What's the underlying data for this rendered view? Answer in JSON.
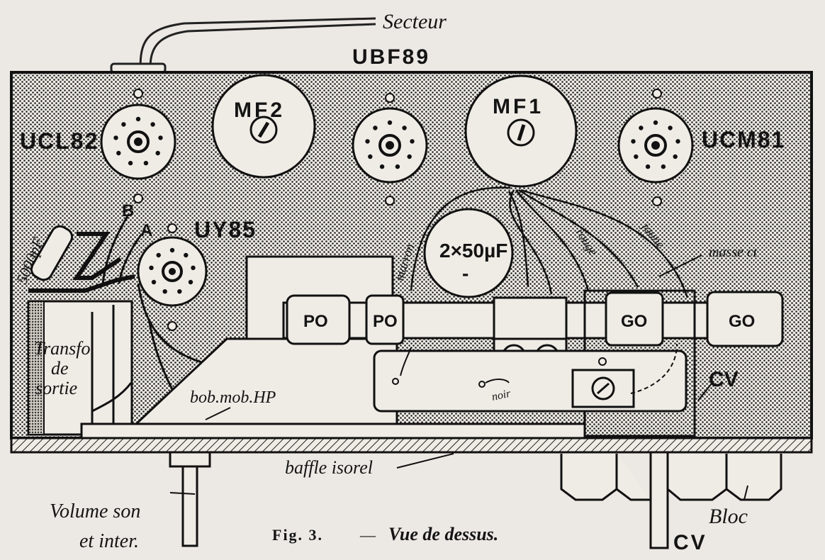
{
  "labels": {
    "secteur": "Secteur",
    "ubf89": "UBF89",
    "ucl82": "UCL82",
    "ucm81": "UCM81",
    "uy85": "UY85",
    "mf2": "MF2",
    "mf1": "MF1",
    "capacitor": "2×50µF",
    "capacitor_minus": "-",
    "cap5000": "5000pF",
    "b": "B",
    "a": "A",
    "marron": "marron",
    "rouge": "rouge",
    "jaune": "jaune",
    "masse_ct": "masse ct",
    "noir": "noir",
    "po1": "PO",
    "po2": "PO",
    "go1": "GO",
    "go2": "GO",
    "transfo_l1": "Transfo",
    "transfo_l2": "de",
    "transfo_l3": "sortie",
    "bob_mob": "bob.mob.HP",
    "cv_right": "CV",
    "baffle": "baffle isorel",
    "volume_l1": "Volume son",
    "volume_l2": "et inter.",
    "bloc": "Bloc",
    "cv_bottom": "CV"
  },
  "caption": {
    "fig": "Fig. 3.",
    "dash": "—",
    "text": "Vue de dessus."
  }
}
